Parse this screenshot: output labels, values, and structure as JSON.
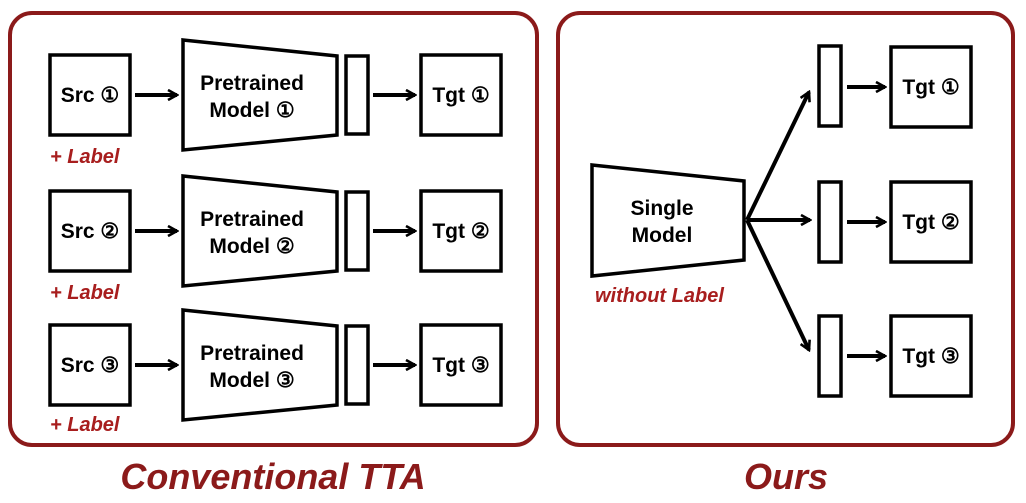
{
  "colors": {
    "panel_border": "#8b1a1a",
    "note_red": "#a81e1e",
    "title_red": "#8b1a1a",
    "stroke": "#000000"
  },
  "conventional": {
    "title": "Conventional TTA",
    "rows": [
      {
        "src": "Src ①",
        "note": "+ Label",
        "model_line1": "Pretrained",
        "model_line2": "Model ①",
        "tgt": "Tgt ①"
      },
      {
        "src": "Src ②",
        "note": "+ Label",
        "model_line1": "Pretrained",
        "model_line2": "Model ②",
        "tgt": "Tgt ②"
      },
      {
        "src": "Src ③",
        "note": "+ Label",
        "model_line1": "Pretrained",
        "model_line2": "Model ③",
        "tgt": "Tgt ③"
      }
    ]
  },
  "ours": {
    "title": "Ours",
    "model_line1": "Single",
    "model_line2": "Model",
    "note": "without Label",
    "targets": [
      "Tgt ①",
      "Tgt ②",
      "Tgt ③"
    ]
  }
}
